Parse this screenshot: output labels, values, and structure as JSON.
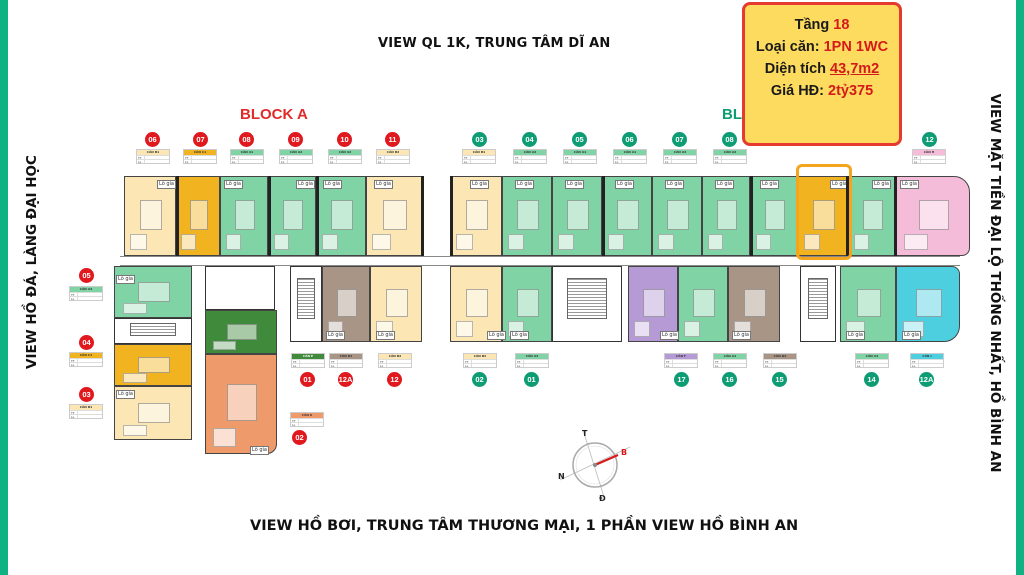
{
  "views": {
    "top": "VIEW QL 1K, TRUNG TÂM  DĨ AN",
    "bottom": "VIEW HỒ BƠI, TRUNG TÂM THƯƠNG MẠI, 1 PHẦN VIEW HỒ BÌNH AN",
    "left": "VIEW HỒ ĐÁ, LÀNG ĐẠI HỌC",
    "right": "VIEW MẶT TIỀN ĐẠI LỘ THỐNG NHẤT, HỒ BÌNH AN"
  },
  "blocks": {
    "a": "BLOCK A",
    "b": "BLOCK B"
  },
  "info_box": {
    "floor_label": "Tầng",
    "floor_value": "18",
    "type_label": "Loại căn:",
    "type_value": "1PN 1WC",
    "area_label": "Diện tích",
    "area_value": "43,7m2",
    "price_label": "Giá HĐ:",
    "price_value": "2tỷ375"
  },
  "colors": {
    "edge": "#0fb283",
    "block_a": "#e02b2b",
    "block_b": "#0e9c74",
    "highlight": "#f4a51c",
    "info_bg": "#fddb5e",
    "info_border": "#e53a2f",
    "apt_green": "#7fd3a4",
    "apt_cream": "#fbe6b4",
    "apt_yellow": "#f2b321",
    "apt_brown": "#a89585",
    "apt_purple": "#b59ad6",
    "apt_pink": "#f4bcd8",
    "apt_cyan": "#4dcfe0",
    "apt_orange": "#ef9a6b",
    "apt_darkgreen": "#3f8a3b"
  },
  "logia_label": "Lô gia",
  "spec_rows": [
    "TT",
    "LL"
  ],
  "block_a_top_units": [
    {
      "num": "06",
      "type": "CĂN B1"
    },
    {
      "num": "07",
      "type": "CĂN C1"
    },
    {
      "num": "08",
      "type": "CĂN A1"
    },
    {
      "num": "09",
      "type": "CĂN A2"
    },
    {
      "num": "10",
      "type": "CĂN A2"
    },
    {
      "num": "11",
      "type": "CĂN B2"
    }
  ],
  "block_a_left_units": [
    {
      "num": "05",
      "type": "CĂN A4"
    },
    {
      "num": "04",
      "type": "CĂN C1"
    },
    {
      "num": "03",
      "type": "CĂN B1"
    }
  ],
  "block_a_bottom_units": [
    {
      "num": "01",
      "type": "CĂN E"
    },
    {
      "num": "12A",
      "type": "CĂN D1"
    },
    {
      "num": "12",
      "type": "CĂN B2"
    },
    {
      "num": "02",
      "type": "CĂN K"
    }
  ],
  "block_b_top_units": [
    {
      "num": "03",
      "type": "CĂN B1"
    },
    {
      "num": "04",
      "type": "CĂN A2"
    },
    {
      "num": "05",
      "type": "CĂN A1"
    },
    {
      "num": "06",
      "type": "CĂN A1"
    },
    {
      "num": "07",
      "type": "CĂN A4"
    },
    {
      "num": "08",
      "type": "CĂN A2"
    },
    {
      "num": "12",
      "type": "CĂN H"
    }
  ],
  "block_b_bottom_units": [
    {
      "num": "02",
      "type": "CĂN B2"
    },
    {
      "num": "01",
      "type": "CĂN A3"
    },
    {
      "num": "17",
      "type": "CĂN F"
    },
    {
      "num": "16",
      "type": "CĂN A1"
    },
    {
      "num": "15",
      "type": "CĂN D2"
    },
    {
      "num": "14",
      "type": "CĂN A3"
    },
    {
      "num": "12A",
      "type": "CĂN I"
    }
  ],
  "compass": {
    "north": "T",
    "east": "B",
    "south": "Đ",
    "west": "N"
  }
}
